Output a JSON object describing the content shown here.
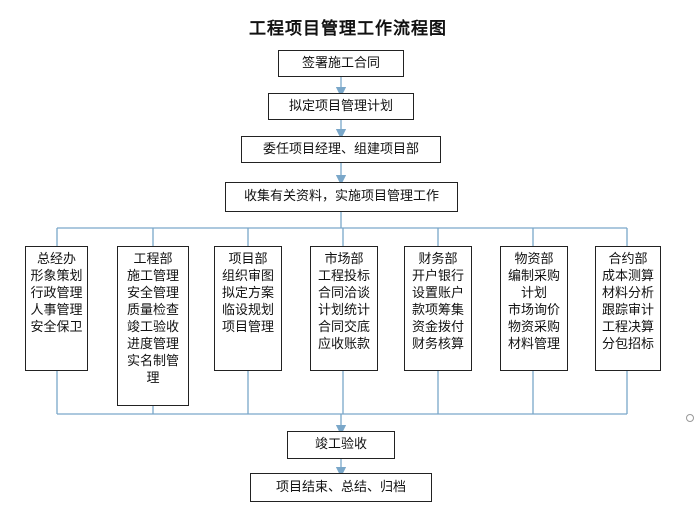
{
  "title": "工程项目管理工作流程图",
  "flow": [
    "签署施工合同",
    "拟定项目管理计划",
    "委任项目经理、组建项目部",
    "收集有关资料，实施项目管理工作"
  ],
  "departments": [
    {
      "name": "总经办",
      "lines": [
        "形象策划",
        "行政管理",
        "人事管理",
        "安全保卫"
      ]
    },
    {
      "name": "工程部",
      "lines": [
        "施工管理",
        "安全管理",
        "质量检查",
        "竣工验收",
        "进度管理",
        "实名制管",
        "理"
      ]
    },
    {
      "name": "项目部",
      "lines": [
        "组织审图",
        "拟定方案",
        "临设规划",
        "项目管理"
      ]
    },
    {
      "name": "市场部",
      "lines": [
        "工程投标",
        "合同洽谈",
        "计划统计",
        "合同交底",
        "应收账款"
      ]
    },
    {
      "name": "财务部",
      "lines": [
        "开户银行",
        "设置账户",
        "款项筹集",
        "资金拨付",
        "财务核算"
      ]
    },
    {
      "name": "物资部",
      "lines": [
        "编制采购",
        "计划",
        "市场询价",
        "物资采购",
        "材料管理"
      ]
    },
    {
      "name": "合约部",
      "lines": [
        "成本测算",
        "材料分析",
        "跟踪审计",
        "工程决算",
        "分包招标"
      ]
    }
  ],
  "final_steps": [
    "竣工验收",
    "项目结束、总结、归档"
  ],
  "colors": {
    "connector": "#7aa7c9",
    "border": "#222222"
  }
}
